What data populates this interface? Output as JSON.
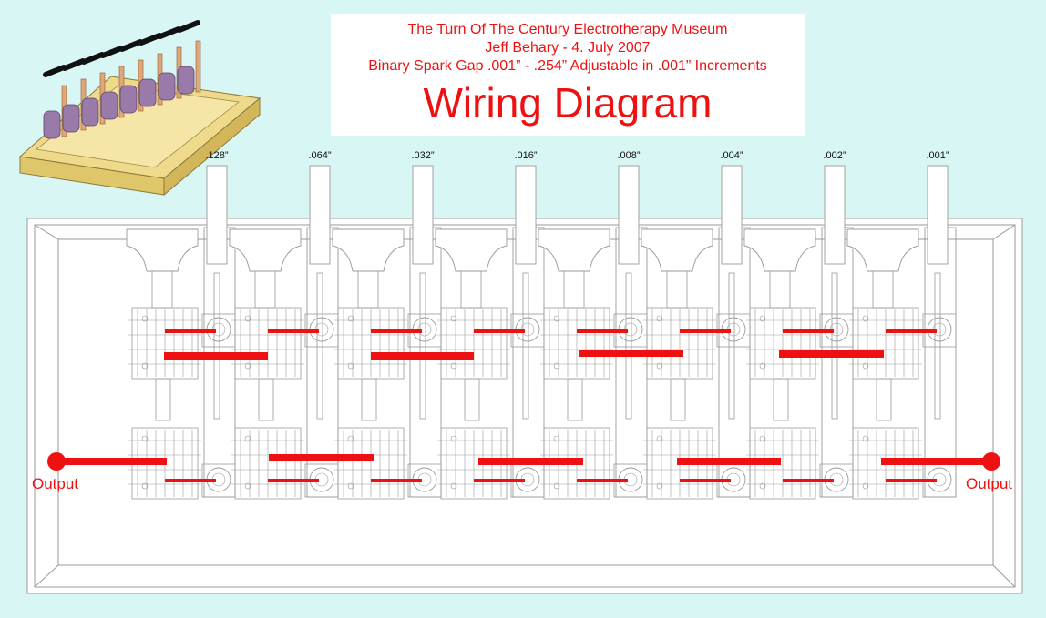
{
  "header": {
    "line1": "The Turn Of The Century Electrotherapy Museum",
    "line2": "Jeff Behary - 4. July 2007",
    "line3": "Binary Spark Gap .001” - .254” Adjustable in .001” Increments",
    "title": "Wiring Diagram"
  },
  "gap_labels": [
    ".128”",
    ".064”",
    ".032”",
    ".016”",
    ".008”",
    ".004”",
    ".002”",
    ".001”"
  ],
  "outputs": {
    "left": "Output",
    "right": "Output"
  },
  "colors": {
    "background": "#d8f6f4",
    "wire": "#ee1111",
    "line_art": "#9a9a9a",
    "label": "#111111"
  }
}
